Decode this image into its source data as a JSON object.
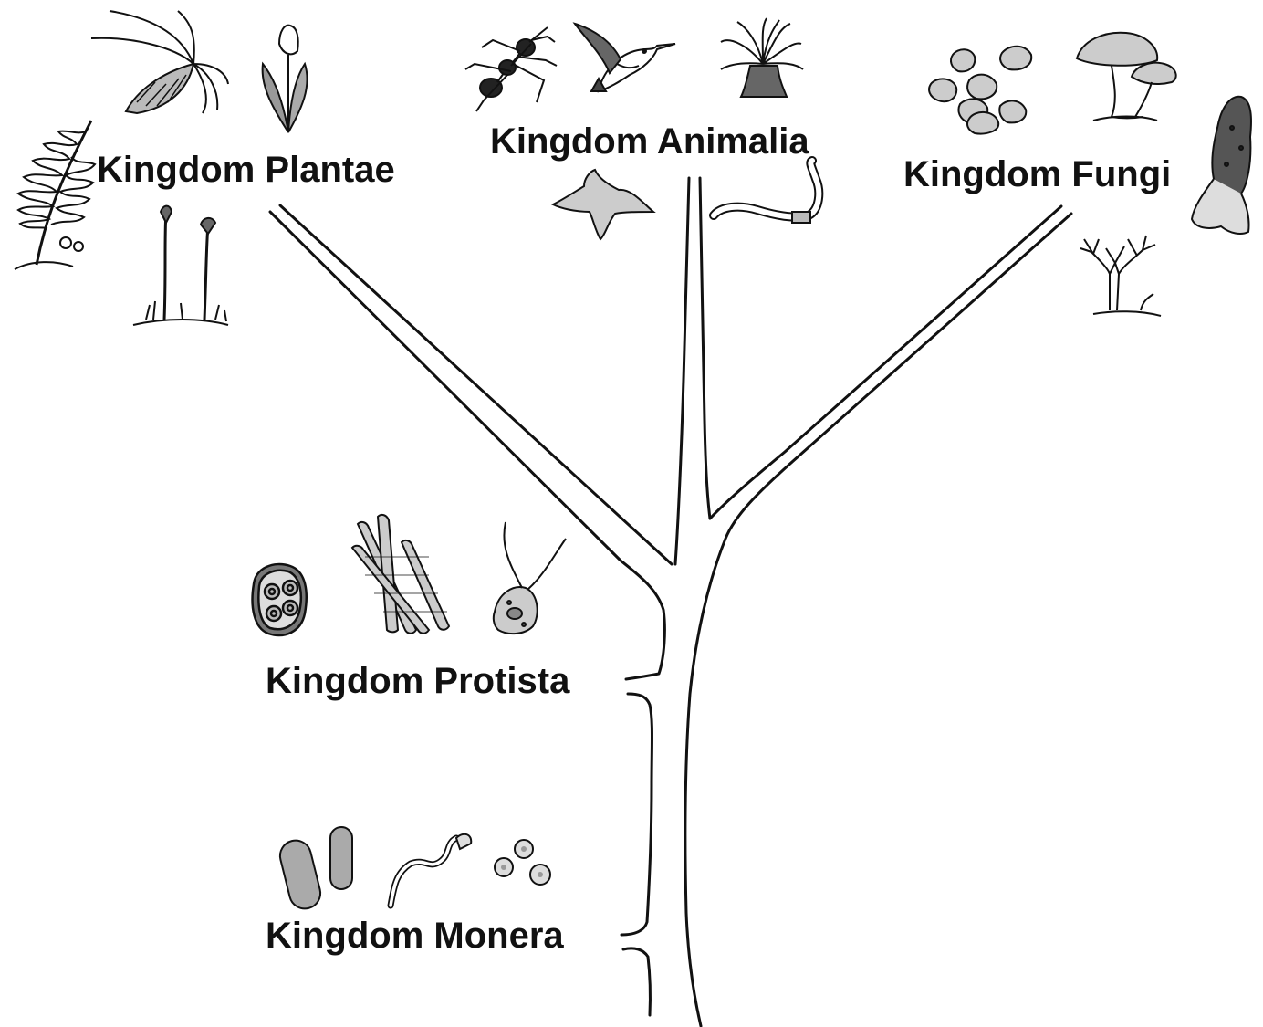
{
  "kingdoms": {
    "plantae": {
      "label": "Kingdom Plantae"
    },
    "animalia": {
      "label": "Kingdom Animalia"
    },
    "fungi": {
      "label": "Kingdom Fungi"
    },
    "protista": {
      "label": "Kingdom Protista"
    },
    "monera": {
      "label": "Kingdom Monera"
    }
  },
  "colors": {
    "line": "#111111",
    "fill_light": "#d4d4d4",
    "fill_mid": "#a8a8a8",
    "fill_dark": "#555555",
    "background": "#ffffff"
  }
}
